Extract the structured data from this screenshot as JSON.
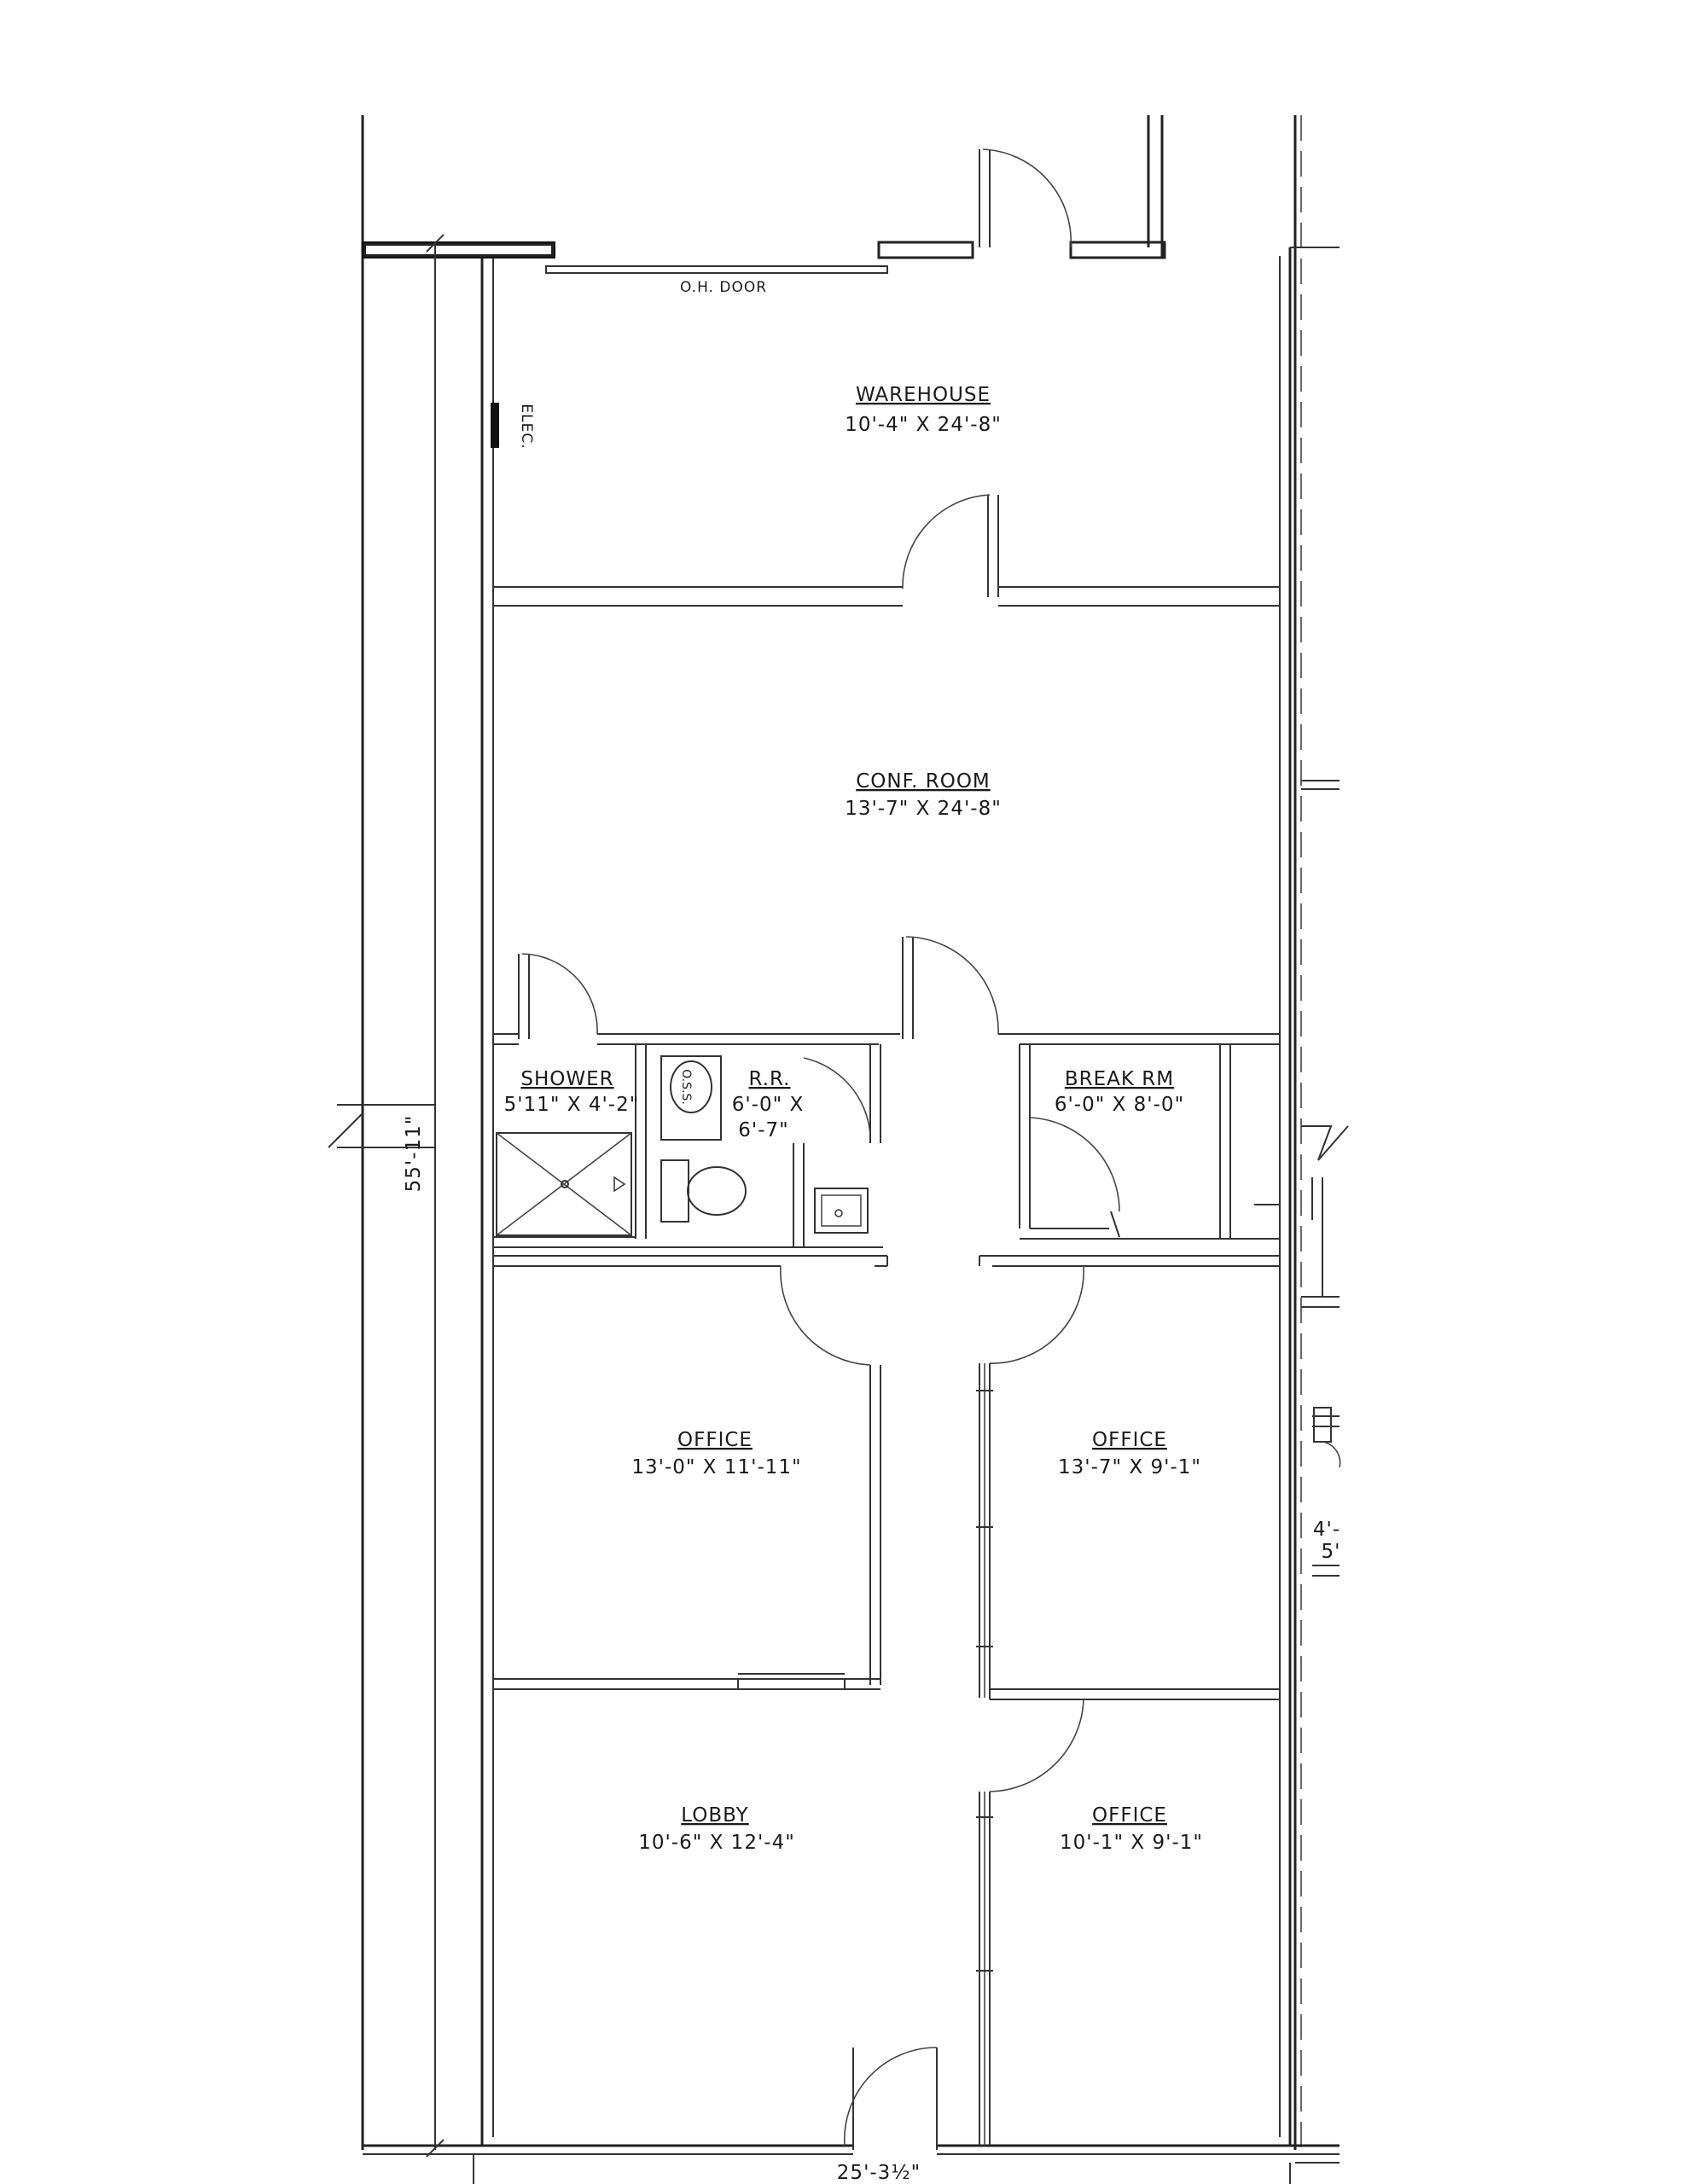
{
  "door_label": "O.H. DOOR",
  "elec_label": "ELEC.",
  "rooms": {
    "warehouse": {
      "name": "WAREHOUSE",
      "dims": "10'-4\" X 24'-8\""
    },
    "conf": {
      "name": "CONF. ROOM",
      "dims": "13'-7\" X 24'-8\""
    },
    "shower": {
      "name": "SHOWER",
      "dims": "5'11\" X 4'-2\""
    },
    "rr": {
      "name": "R.R.",
      "dims_a": "6'-0\" X",
      "dims_b": "6'-7\""
    },
    "break": {
      "name": "BREAK RM",
      "dims": "6'-0\" X 8'-0\""
    },
    "office_left": {
      "name": "OFFICE",
      "dims": "13'-0\" X 11'-11\""
    },
    "office_right": {
      "name": "OFFICE",
      "dims": "13'-7\" X 9'-1\""
    },
    "lobby": {
      "name": "LOBBY",
      "dims": "10'-6\" X 12'-4\""
    },
    "office_lower_right": {
      "name": "OFFICE",
      "dims": "10'-1\" X 9'-1\""
    }
  },
  "overall": {
    "height": "55'-11\"",
    "width": "25'-3½\""
  },
  "neighbor": {
    "line_a": "4'-",
    "line_b": "5'"
  }
}
